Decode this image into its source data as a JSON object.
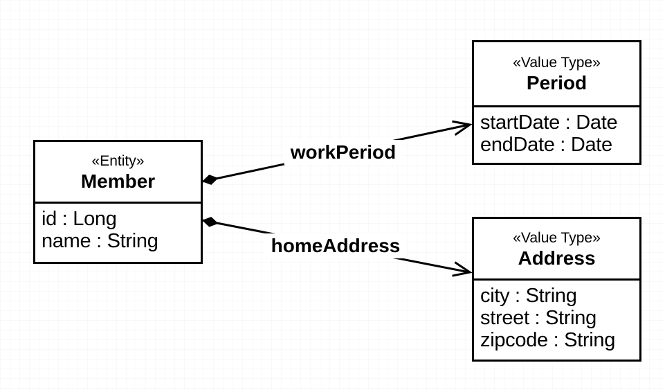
{
  "diagram": {
    "type": "uml-class-diagram",
    "classes": [
      {
        "id": "member",
        "stereotype": "«Entity»",
        "name": "Member",
        "attributes": [
          "id : Long",
          "name : String"
        ]
      },
      {
        "id": "period",
        "stereotype": "«Value Type»",
        "name": "Period",
        "attributes": [
          "startDate : Date",
          "endDate : Date"
        ]
      },
      {
        "id": "address",
        "stereotype": "«Value Type»",
        "name": "Address",
        "attributes": [
          "city : String",
          "street : String",
          "zipcode : String"
        ]
      }
    ],
    "relations": [
      {
        "label": "workPeriod",
        "from": "Member",
        "to": "Period",
        "type": "composition",
        "source_marker": "filled-diamond",
        "target_marker": "open-arrow"
      },
      {
        "label": "homeAddress",
        "from": "Member",
        "to": "Address",
        "type": "composition",
        "source_marker": "filled-diamond",
        "target_marker": "open-arrow"
      }
    ],
    "colors": {
      "line": "#000000",
      "text": "#000000",
      "box_fill": "#ffffff",
      "background": "#ffffff"
    }
  }
}
